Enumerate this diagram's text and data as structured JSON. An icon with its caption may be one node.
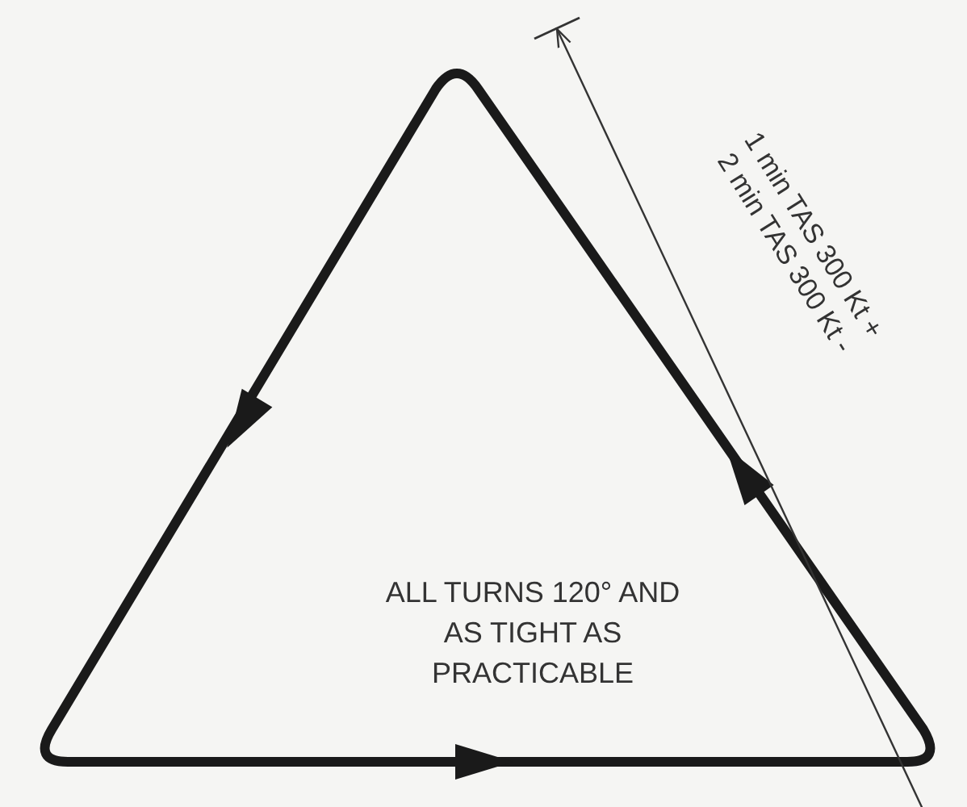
{
  "diagram": {
    "labels": [
      "1 min TAS 300 Kt +",
      "2 min TAS 300 Kt -",
      "ALL TURNS 120° AND AS TIGHT AS PRACTICABLE"
    ]
  }
}
